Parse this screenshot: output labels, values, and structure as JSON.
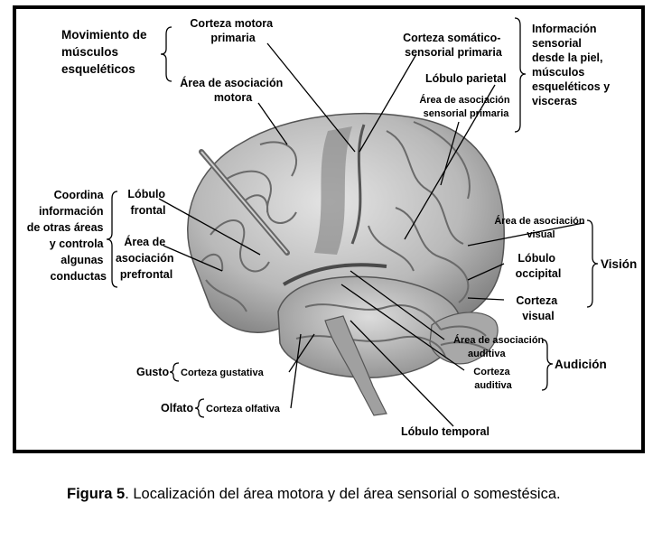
{
  "diagram": {
    "motor_group": [
      "Movimiento de",
      "músculos",
      "esqueléticos"
    ],
    "corteza_motora": [
      "Corteza motora",
      "primaria"
    ],
    "area_asoc_motora": [
      "Área de asociación",
      "motora"
    ],
    "corteza_somatico": [
      "Corteza somático-",
      "sensorial primaria"
    ],
    "lobulo_parietal": "Lóbulo parietal",
    "area_asoc_sensorial": [
      "Área de asociación",
      "sensorial primaria"
    ],
    "info_group": [
      "Información",
      "sensorial",
      "desde la piel,",
      "músculos",
      "esqueléticos y",
      "visceras"
    ],
    "coordina_group": [
      "Coordina",
      "información",
      "de otras áreas",
      "y controla",
      "algunas",
      "conductas"
    ],
    "lobulo_frontal": [
      "Lóbulo",
      "frontal"
    ],
    "area_asoc_prefrontal": [
      "Área de",
      "asociación",
      "prefrontal"
    ],
    "area_asoc_visual": [
      "Área de asociación",
      "visual"
    ],
    "lobulo_occipital": [
      "Lóbulo",
      "occipital"
    ],
    "corteza_visual": [
      "Corteza",
      "visual"
    ],
    "vision_group": "Visión",
    "area_asoc_auditiva": [
      "Área de asociación",
      "auditiva"
    ],
    "corteza_auditiva": [
      "Corteza",
      "auditiva"
    ],
    "audicion_group": "Audición",
    "gusto_group": "Gusto",
    "corteza_gustativa": "Corteza gustativa",
    "olfato_group": "Olfato",
    "corteza_olfativa": "Corteza olfativa",
    "lobulo_temporal": "Lóbulo temporal"
  },
  "caption": {
    "figure_label": "Figura 5",
    "text": ". Localización del área motora y del área sensorial o somestésica."
  }
}
